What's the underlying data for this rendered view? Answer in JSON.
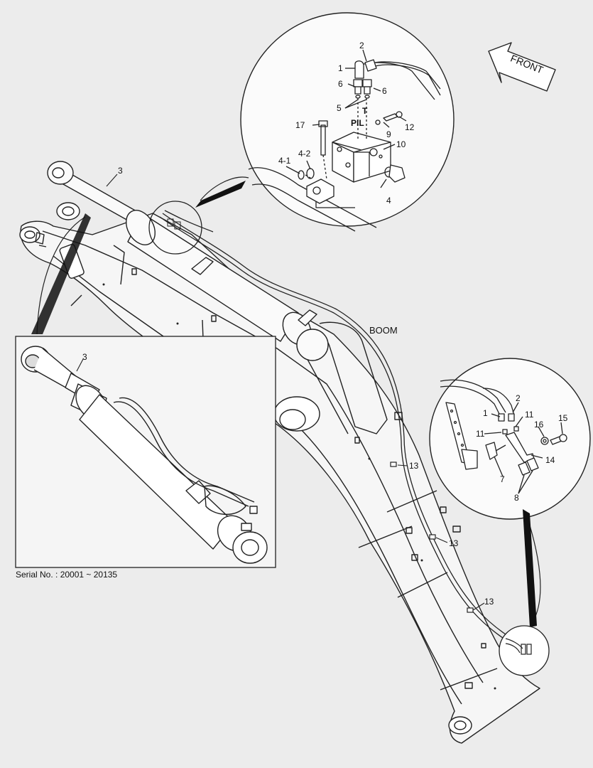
{
  "title_label": "BOOM",
  "direction_label": "FRONT",
  "serial_text": "Serial No. : 20001 ~ 20135",
  "callouts": {
    "c1": "1",
    "c2": "2",
    "c3": "3",
    "c4": "4",
    "c4_1": "4-1",
    "c4_2": "4-2",
    "c5": "5",
    "c6": "6",
    "c7": "7",
    "c8": "8",
    "c9": "9",
    "c10": "10",
    "c11": "11",
    "c12": "12",
    "c13": "13",
    "c14": "14",
    "c15": "15",
    "c16": "16",
    "c17": "17"
  },
  "port_labels": {
    "pilot": "PIL",
    "tank": "T"
  }
}
